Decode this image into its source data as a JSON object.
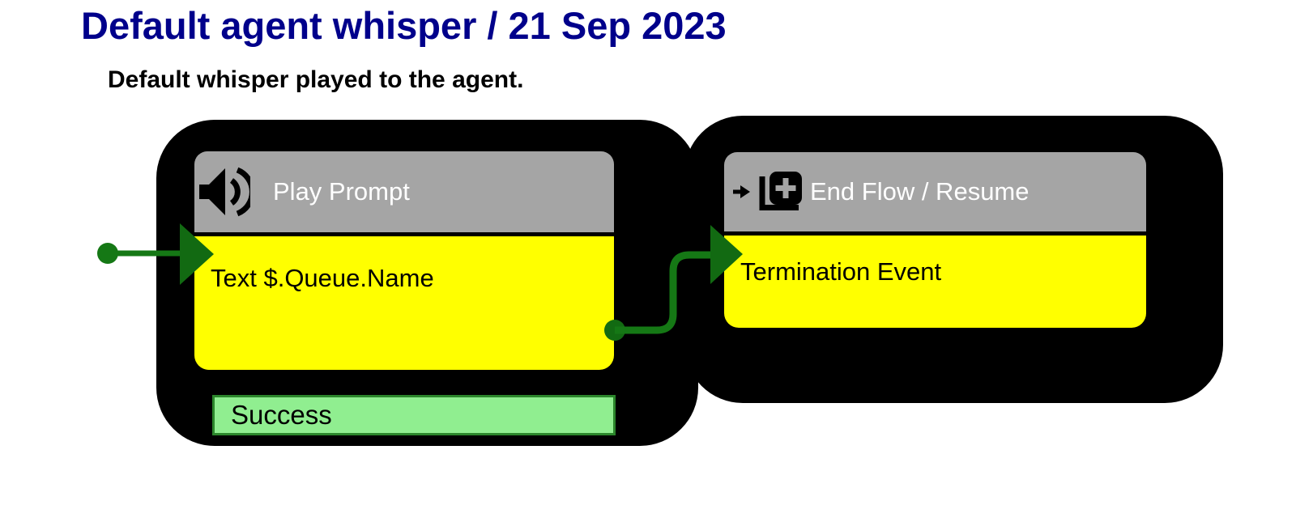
{
  "page": {
    "title": "Default agent whisper / 21 Sep 2023",
    "subtitle": "Default whisper played to the agent."
  },
  "flow": {
    "nodes": [
      {
        "id": "play-prompt",
        "header_label": "Play Prompt",
        "icon": "speaker-icon",
        "body_label": "Text $.Queue.Name",
        "outputs": [
          {
            "label": "Success"
          }
        ]
      },
      {
        "id": "end-flow-resume",
        "header_label": "End Flow / Resume",
        "icon": "resume-plus-icon",
        "body_label": "Termination Event",
        "outputs": []
      }
    ],
    "connections": [
      {
        "from": "flow-entry",
        "to": "play-prompt"
      },
      {
        "from": "play-prompt:Success",
        "to": "end-flow-resume"
      }
    ]
  },
  "colors": {
    "title_navy": "#00008B",
    "node_shell_black": "#000000",
    "header_gray": "#a5a5a5",
    "body_yellow": "#ffff00",
    "success_fill": "#90ee90",
    "success_border": "#2b862b",
    "connector_green": "#157815",
    "header_text": "#ffffff",
    "body_text": "#000000"
  }
}
